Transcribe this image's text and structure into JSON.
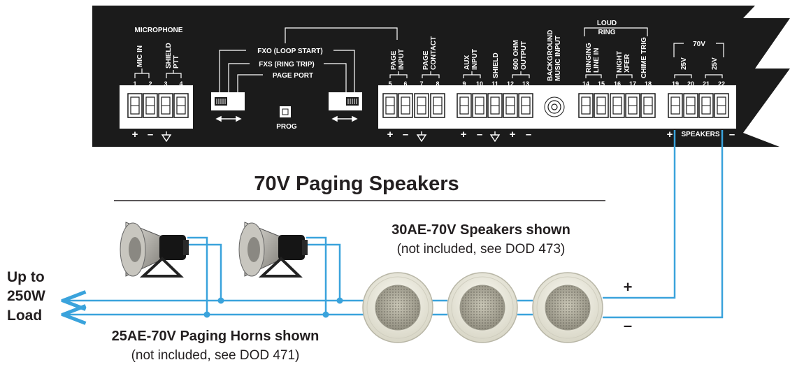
{
  "panel": {
    "group_microphone": "MICROPHONE",
    "mic_in": "MIC IN",
    "shield_ptt_1": "SHIELD",
    "shield_ptt_2": "PTT",
    "fxo": "FXO (LOOP START)",
    "fxs": "FXS (RING TRIP)",
    "page_port": "PAGE PORT",
    "prog": "PROG",
    "page_input_1": "PAGE",
    "page_input_2": "INPUT",
    "page_contact_1": "PAGE",
    "page_contact_2": "CONTACT",
    "aux_input_1": "AUX",
    "aux_input_2": "INPUT",
    "shield": "SHIELD",
    "output_600_1": "600 OHM",
    "output_600_2": "OUTPUT",
    "bg_music_1": "BACKGROUND",
    "bg_music_2": "MUSIC INPUT",
    "loud_ring_1": "LOUD",
    "loud_ring_2": "RING",
    "ringing_1": "RINGING",
    "ringing_2": "LINE IN",
    "night_1": "NIGHT",
    "night_2": "XFER",
    "chime": "CHIME TRIG",
    "group_70v": "70V",
    "tap_25v_a": "25V",
    "tap_25v_b": "25V",
    "speakers": "SPEAKERS",
    "terminal_numbers": [
      "1",
      "2",
      "3",
      "4",
      "5",
      "6",
      "7",
      "8",
      "9",
      "10",
      "11",
      "12",
      "13",
      "14",
      "15",
      "16",
      "17",
      "18",
      "19",
      "20",
      "21",
      "22"
    ],
    "plus": "+",
    "minus": "–"
  },
  "diagram": {
    "title": "70V Paging Speakers",
    "speakers_caption": "30AE-70V Speakers shown",
    "speakers_note": "(not included, see DOD 473)",
    "horns_caption": "25AE-70V Paging Horns shown",
    "horns_note": "(not included, see DOD 471)",
    "load_line1": "Up to",
    "load_line2": "250W",
    "load_line3": "Load",
    "plus": "+",
    "minus": "–"
  },
  "colors": {
    "panel": "#1b1b1b",
    "wire": "#3aa3dc",
    "text": "#231f20"
  }
}
